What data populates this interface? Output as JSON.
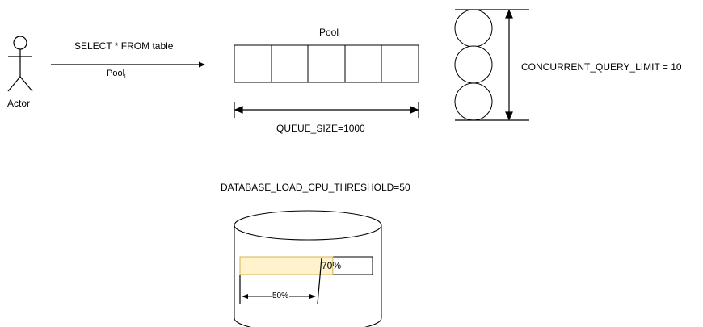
{
  "actor": {
    "label": "Actor"
  },
  "request": {
    "query": "SELECT * FROM table",
    "pool_base": "Pool",
    "pool_sub": "i"
  },
  "queue": {
    "title_base": "Pool",
    "title_sub": "i",
    "slots": 5,
    "size_label": "QUEUE_SIZE=1000"
  },
  "concurrency": {
    "circles": 3,
    "label": "CONCURRENT_QUERY_LIMIT = 10"
  },
  "database": {
    "threshold_label": "DATABASE_LOAD_CPU_THRESHOLD=50",
    "load_label": "70%",
    "load_value": 0.7,
    "threshold_label_inner": "50%",
    "threshold_value": 0.5,
    "bar_fill_color": "#fff2cc",
    "bar_border_color": "#d6b656"
  }
}
